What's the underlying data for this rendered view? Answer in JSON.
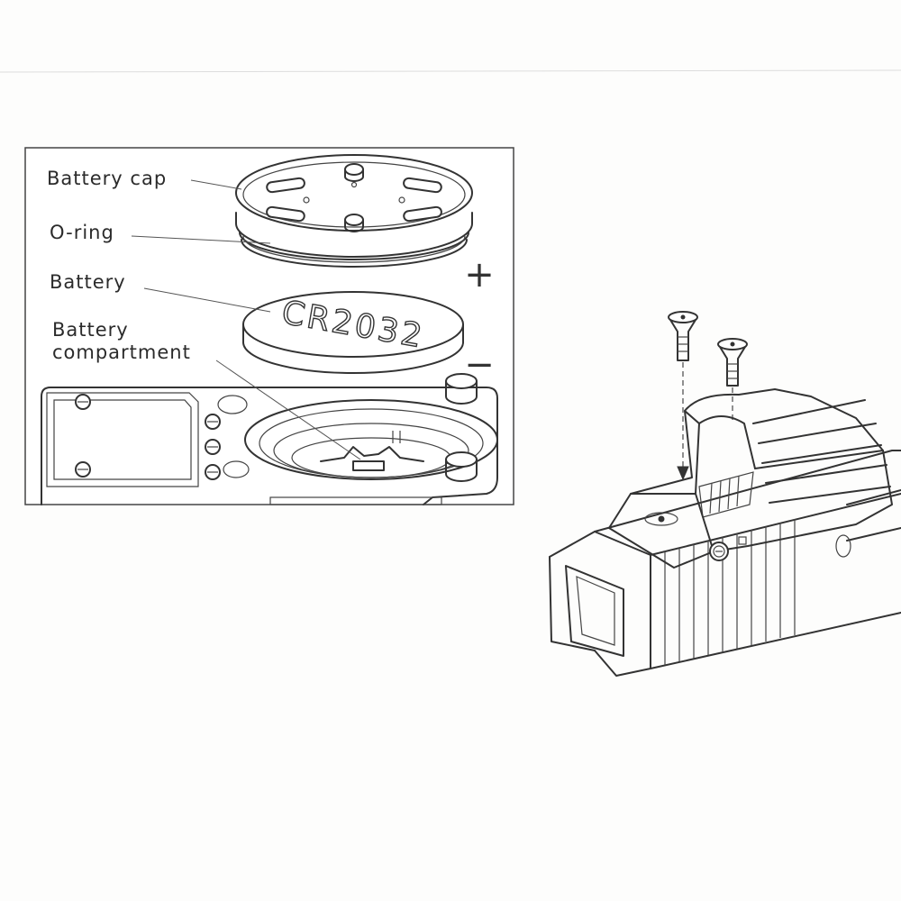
{
  "labels": {
    "battery_cap": "Battery cap",
    "o_ring": "O-ring",
    "battery": "Battery",
    "battery_compartment_line1": "Battery",
    "battery_compartment_line2": "compartment"
  },
  "battery_marking": "CR2032",
  "polarity": {
    "positive": "+",
    "negative": "−"
  }
}
